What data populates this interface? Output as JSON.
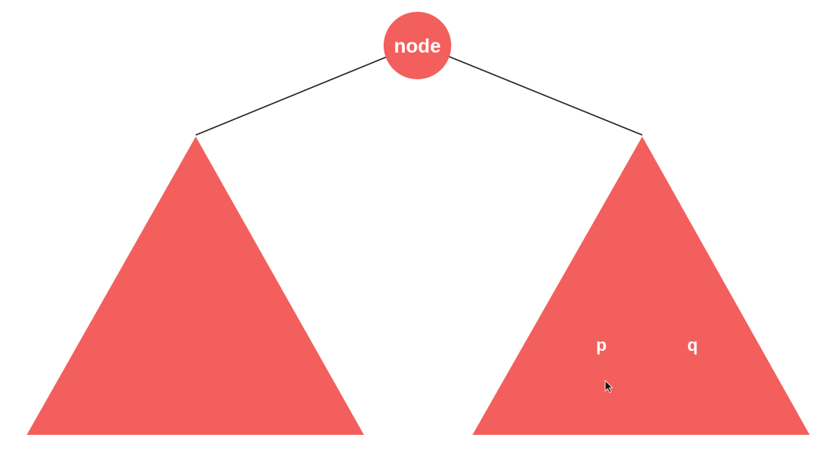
{
  "colors": {
    "node_fill": "#f25f5c",
    "subtree_fill": "#f25f5c",
    "edge_stroke": "#222222",
    "label_text": "#ffffff",
    "background": "#ffffff"
  },
  "diagram": {
    "root": {
      "label": "node"
    },
    "left_subtree": {
      "labels": []
    },
    "right_subtree": {
      "labels": [
        "p",
        "q"
      ]
    }
  },
  "icons": {
    "cursor": "mouse-pointer-icon"
  }
}
